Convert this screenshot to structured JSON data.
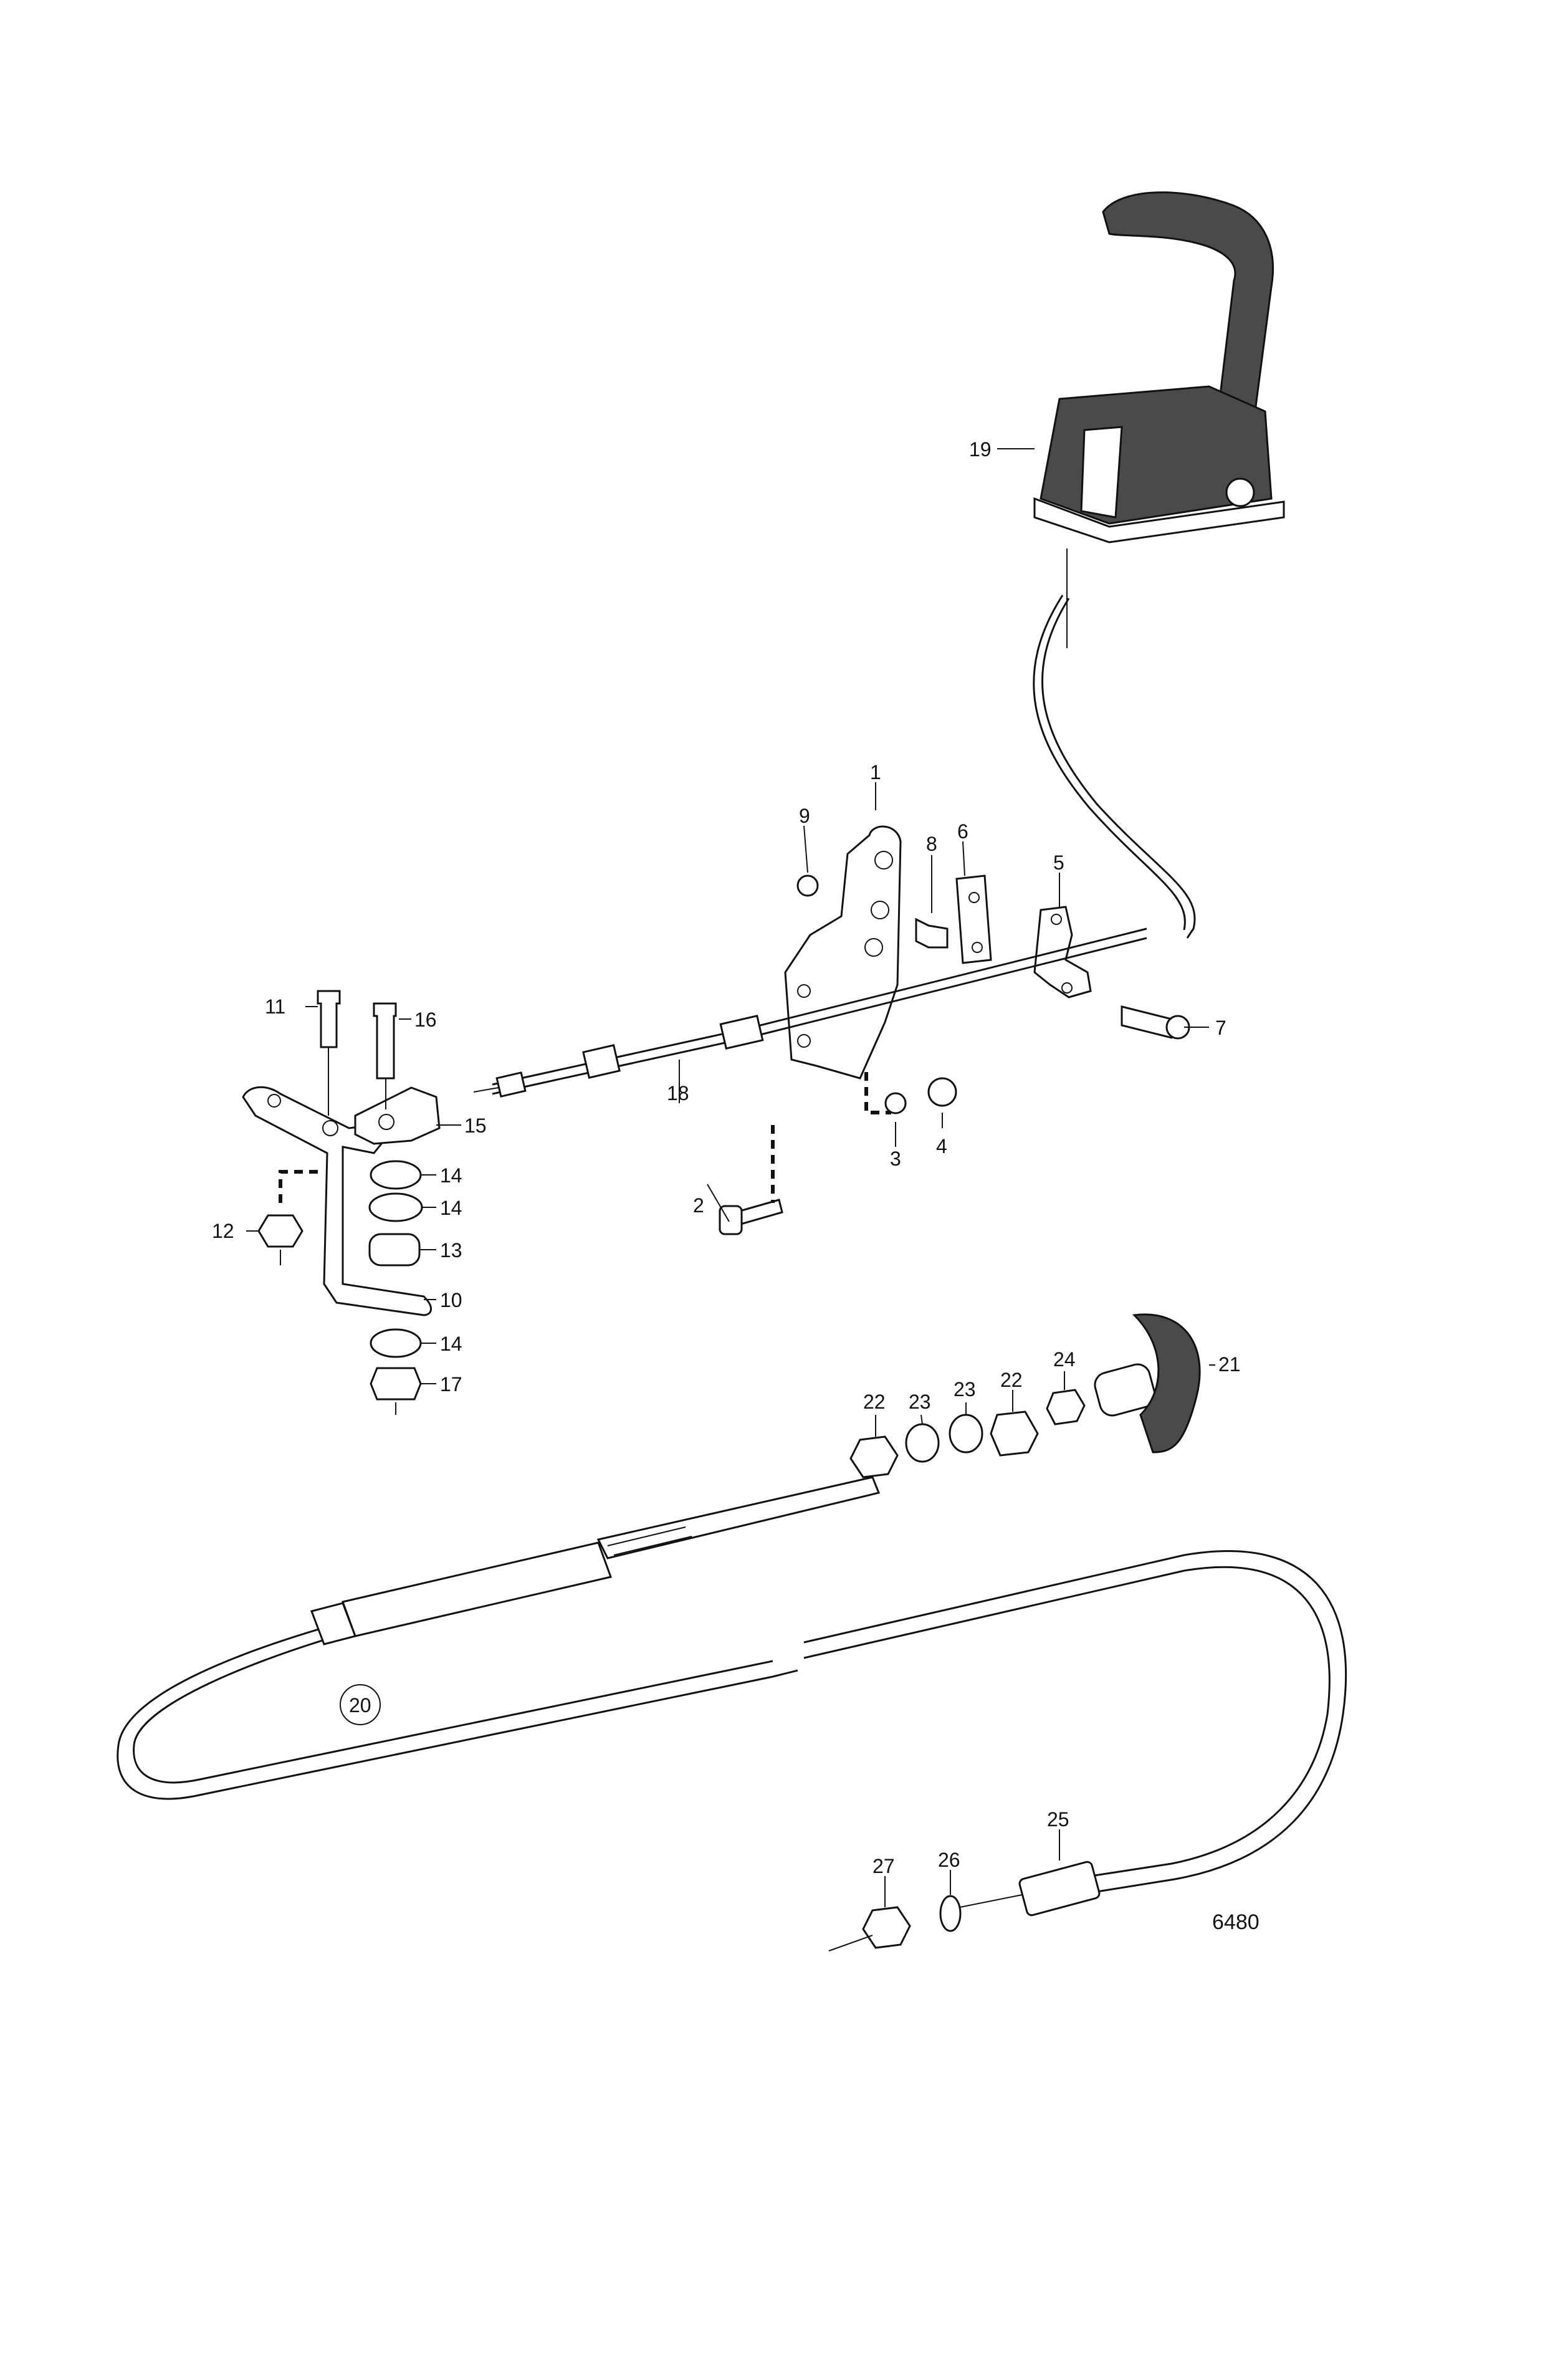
{
  "figure_number": "6480",
  "callouts": {
    "c1": "1",
    "c2": "2",
    "c3": "3",
    "c4": "4",
    "c5": "5",
    "c6": "6",
    "c7": "7",
    "c8": "8",
    "c9": "9",
    "c10": "10",
    "c11": "11",
    "c12": "12",
    "c13": "13",
    "c14a": "14",
    "c14b": "14",
    "c14c": "14",
    "c15": "15",
    "c16": "16",
    "c17": "17",
    "c18": "18",
    "c19": "19",
    "c20": "20",
    "c21": "21",
    "c22a": "22",
    "c22b": "22",
    "c23a": "23",
    "c23b": "23",
    "c24": "24",
    "c25": "25",
    "c26": "26",
    "c27": "27"
  }
}
